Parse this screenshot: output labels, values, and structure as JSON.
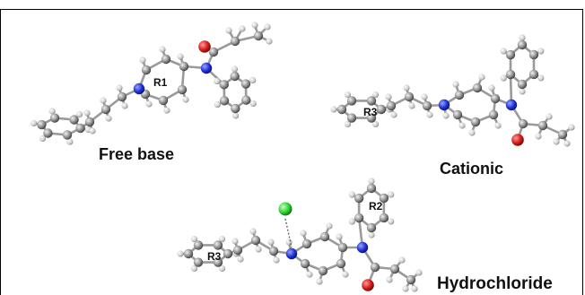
{
  "captions": {
    "free_base": "Free base",
    "cationic": "Cationic",
    "hydrochloride": "Hydrochloride"
  },
  "ring_labels": {
    "free_base_ring": "R1",
    "cationic_ring": "R3",
    "hcl_ring_left": "R3",
    "hcl_ring_right": "R2"
  },
  "atom_colors": {
    "carbon": "#8a8a8a",
    "hydrogen": "#d2d2d2",
    "nitrogen": "#1f2fd6",
    "oxygen": "#d61a1a",
    "chlorine": "#2ed12e",
    "bond": "#9a9a9a"
  }
}
